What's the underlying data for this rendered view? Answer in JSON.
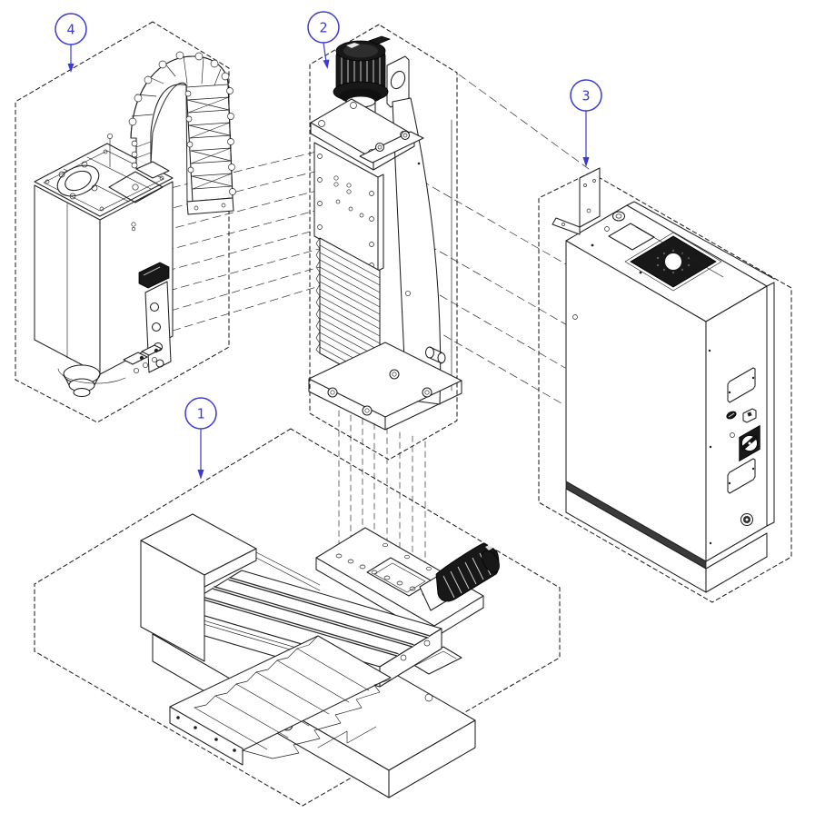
{
  "diagram": {
    "background_color": "#ffffff",
    "line_color": "#1f1f1f",
    "accent_color": "#3b3bd1",
    "callouts": [
      {
        "label": "1"
      },
      {
        "label": "2"
      },
      {
        "label": "3"
      },
      {
        "label": "4"
      }
    ]
  }
}
